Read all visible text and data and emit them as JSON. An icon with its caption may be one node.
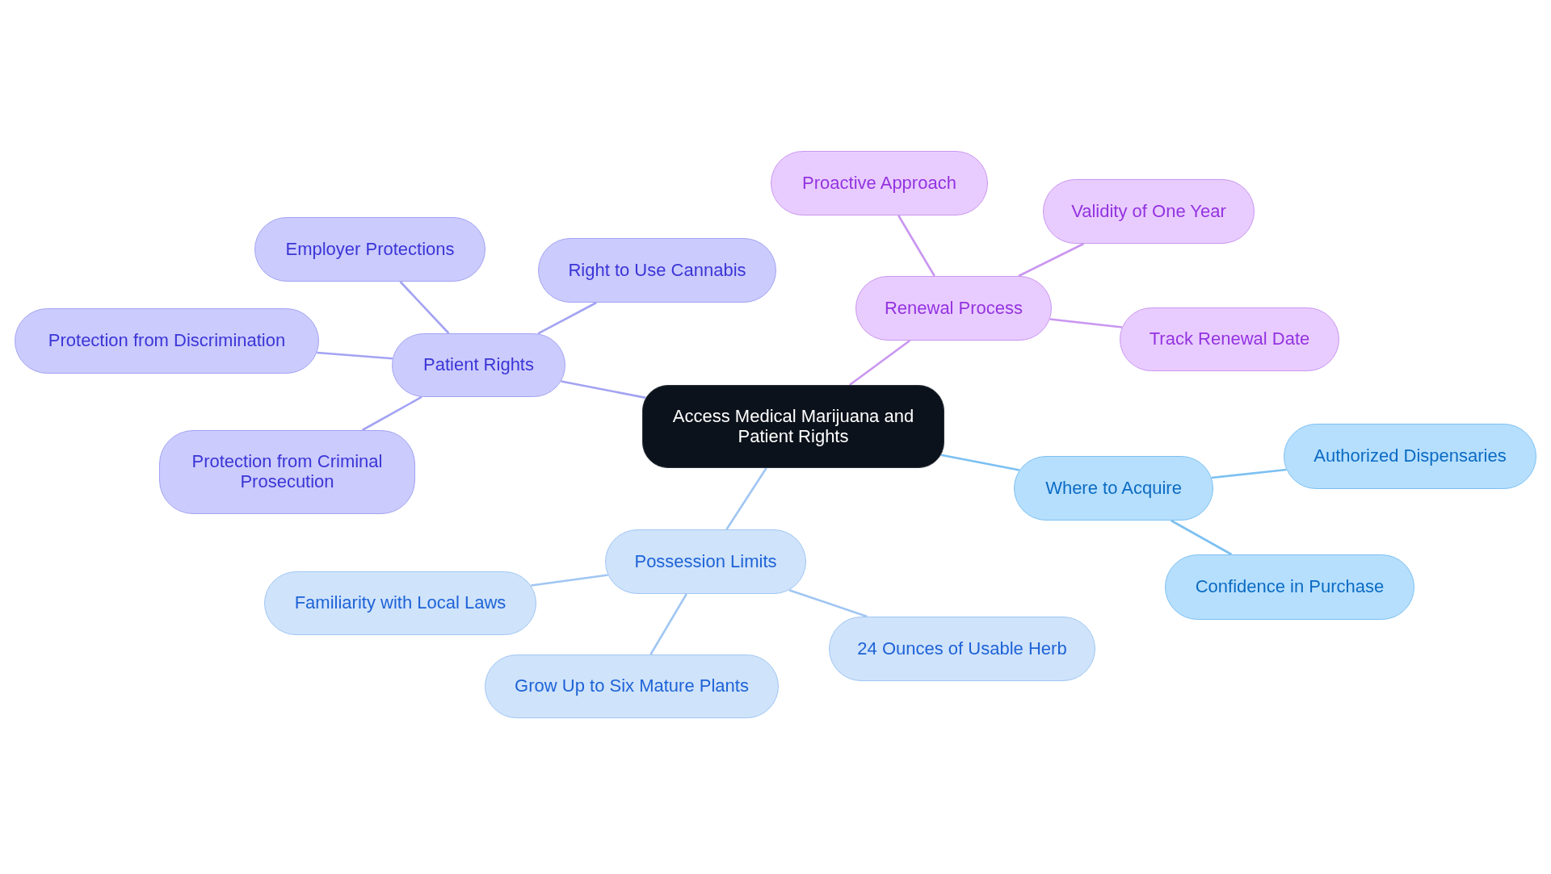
{
  "diagram": {
    "nodes": [
      {
        "text": [
          "Access Medical Marijuana and Patient Rights"
        ]
      },
      {
        "text": [
          "Patient Rights"
        ]
      },
      {
        "text": [
          "Employer Protections"
        ]
      },
      {
        "text": [
          "Right to Use Cannabis"
        ]
      },
      {
        "text": [
          "Protection from Discrimination"
        ]
      },
      {
        "text": [
          "Protection from Criminal Prosecution"
        ]
      },
      {
        "text": [
          "Renewal Process"
        ]
      },
      {
        "text": [
          "Proactive Approach"
        ]
      },
      {
        "text": [
          "Validity of One Year"
        ]
      },
      {
        "text": [
          "Track Renewal Date"
        ]
      },
      {
        "text": [
          "Where to Acquire"
        ]
      },
      {
        "text": [
          "Authorized Dispensaries"
        ]
      },
      {
        "text": [
          "Confidence in Purchase"
        ]
      },
      {
        "text": [
          "Possession Limits"
        ]
      },
      {
        "text": [
          "Familiarity with Local Laws"
        ]
      },
      {
        "text": [
          "Grow Up to Six Mature Plants"
        ]
      },
      {
        "text": [
          "24 Ounces of Usable Herb"
        ]
      }
    ],
    "edges": [
      {
        "from": 0,
        "to": 1,
        "arrow": "none",
        "color": "#a3a3f3"
      },
      {
        "from": 1,
        "to": 2,
        "arrow": "none",
        "color": "#a3a3f3"
      },
      {
        "from": 1,
        "to": 3,
        "arrow": "none",
        "color": "#a3a3f3"
      },
      {
        "from": 1,
        "to": 4,
        "arrow": "none",
        "color": "#a3a3f3"
      },
      {
        "from": 1,
        "to": 5,
        "arrow": "none",
        "color": "#a3a3f3"
      },
      {
        "from": 0,
        "to": 6,
        "arrow": "none",
        "color": "#c996f0"
      },
      {
        "from": 6,
        "to": 7,
        "arrow": "none",
        "color": "#c996f0"
      },
      {
        "from": 6,
        "to": 8,
        "arrow": "none",
        "color": "#c996f0"
      },
      {
        "from": 6,
        "to": 9,
        "arrow": "none",
        "color": "#c996f0"
      },
      {
        "from": 0,
        "to": 10,
        "arrow": "none",
        "color": "#7cc0f2"
      },
      {
        "from": 10,
        "to": 11,
        "arrow": "none",
        "color": "#7cc0f2"
      },
      {
        "from": 10,
        "to": 12,
        "arrow": "none",
        "color": "#7cc0f2"
      },
      {
        "from": 0,
        "to": 13,
        "arrow": "none",
        "color": "#a0c6f3"
      },
      {
        "from": 13,
        "to": 14,
        "arrow": "none",
        "color": "#a0c6f3"
      },
      {
        "from": 13,
        "to": 15,
        "arrow": "none",
        "color": "#a0c6f3"
      },
      {
        "from": 13,
        "to": 16,
        "arrow": "none",
        "color": "#a0c6f3"
      }
    ]
  }
}
